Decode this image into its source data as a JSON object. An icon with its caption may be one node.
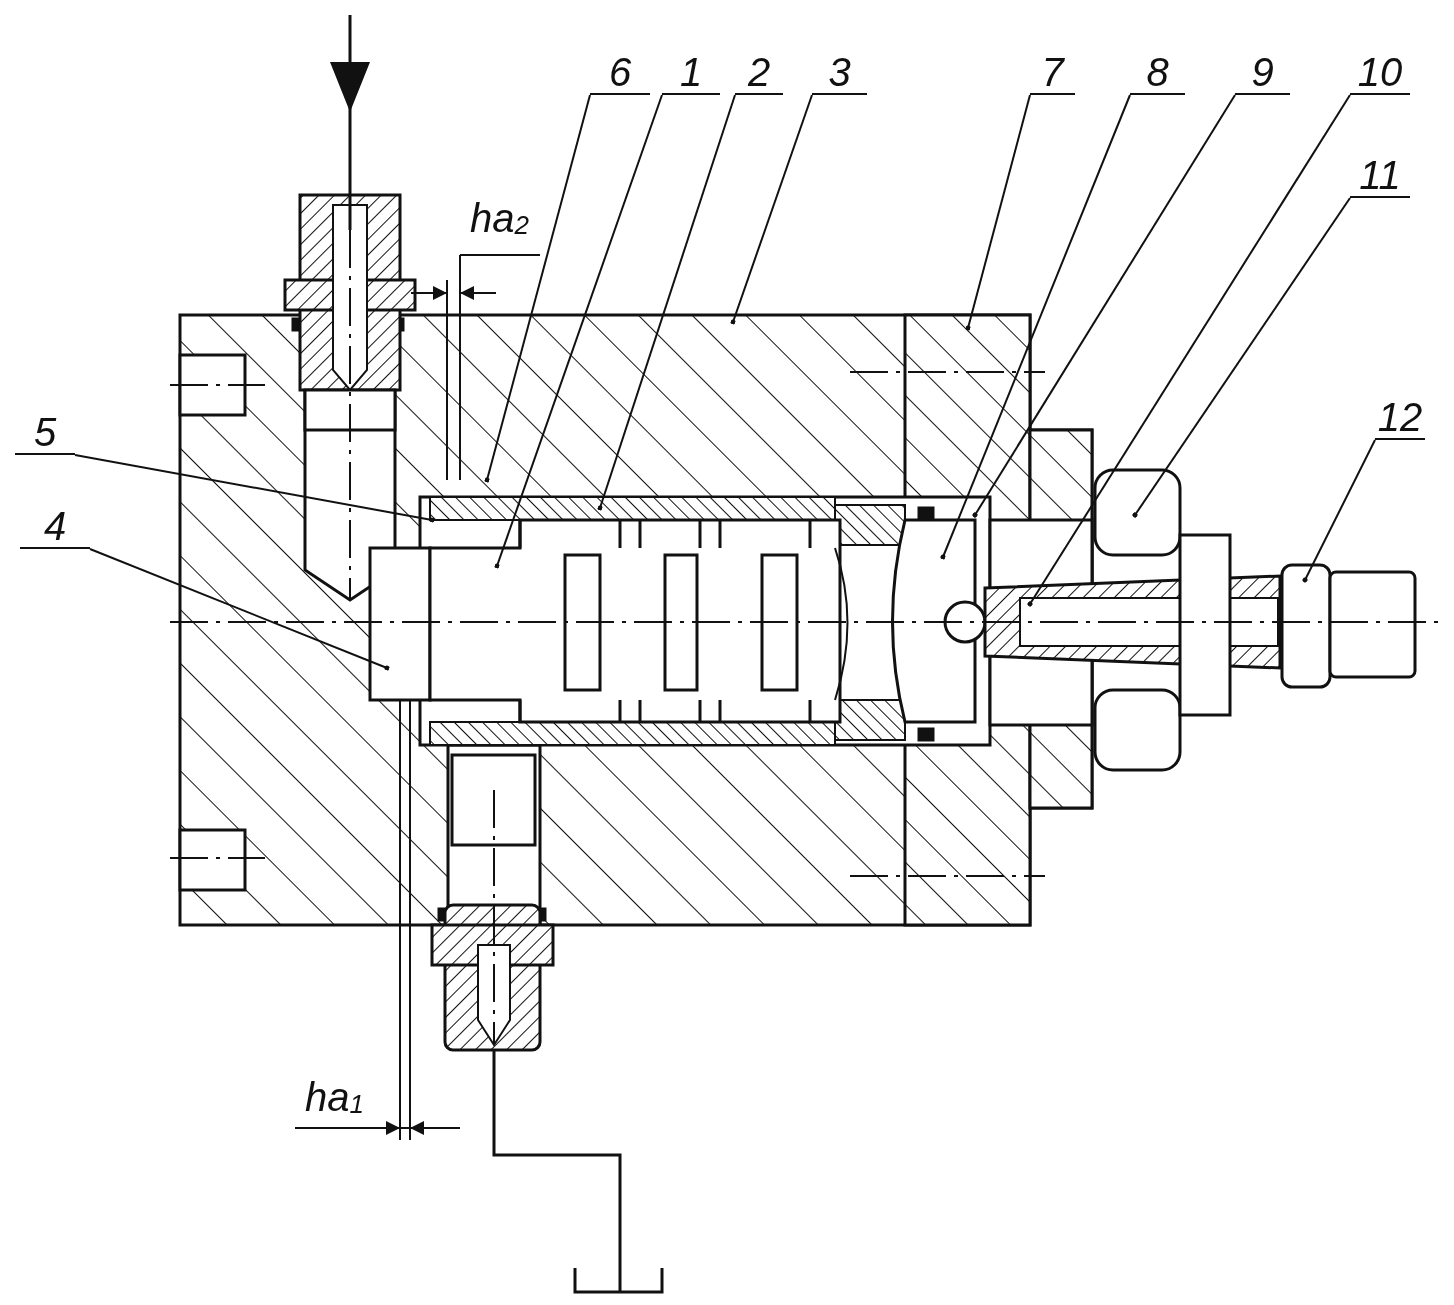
{
  "diagram": {
    "nodes": [
      {
        "text": [
          "6"
        ]
      },
      {
        "text": [
          "1"
        ]
      },
      {
        "text": [
          "2"
        ]
      },
      {
        "text": [
          "3"
        ]
      },
      {
        "text": [
          "7"
        ]
      },
      {
        "text": [
          "8"
        ]
      },
      {
        "text": [
          "9"
        ]
      },
      {
        "text": [
          "10"
        ]
      },
      {
        "text": [
          "11"
        ]
      },
      {
        "text": [
          "12"
        ]
      },
      {
        "text": [
          "5"
        ]
      },
      {
        "text": [
          "4"
        ]
      }
    ],
    "edges": [
      {
        "from": 0,
        "to": null,
        "arrow": "other"
      },
      {
        "from": 1,
        "to": null,
        "arrow": "other"
      },
      {
        "from": 2,
        "to": null,
        "arrow": "other"
      },
      {
        "from": 3,
        "to": null,
        "arrow": "other"
      },
      {
        "from": 4,
        "to": null,
        "arrow": "other"
      },
      {
        "from": 5,
        "to": null,
        "arrow": "other"
      },
      {
        "from": 6,
        "to": null,
        "arrow": "other"
      },
      {
        "from": 7,
        "to": null,
        "arrow": "other"
      },
      {
        "from": 8,
        "to": null,
        "arrow": "other"
      },
      {
        "from": 9,
        "to": null,
        "arrow": "other"
      },
      {
        "from": 10,
        "to": null,
        "arrow": "other"
      },
      {
        "from": 11,
        "to": null,
        "arrow": "other"
      }
    ],
    "labels": [
      "ha$_{2}$",
      "ha$_{1}$"
    ]
  }
}
